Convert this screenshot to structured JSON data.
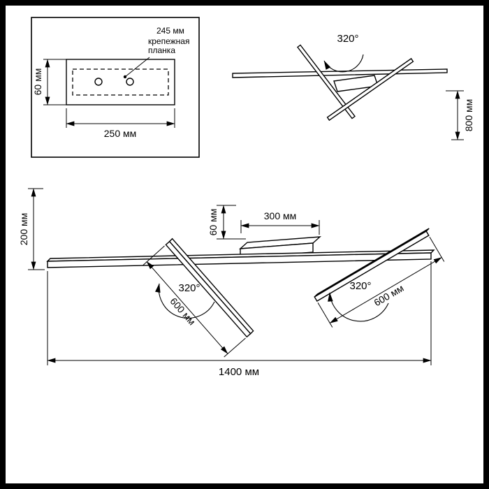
{
  "colors": {
    "ink": "#000000",
    "paper": "#ffffff"
  },
  "inset": {
    "spacing_label": "245 мм",
    "plate_line1": "крепежная",
    "plate_line2": "планка",
    "height_label": "60 мм",
    "width_label": "250 мм"
  },
  "side_view": {
    "angle_label": "320°",
    "height_label": "800 мм"
  },
  "front_view": {
    "height_label": "200 мм",
    "canopy_height_label": "60 мм",
    "canopy_width_label": "300 мм",
    "left_angle_label": "320°",
    "left_length_label": "600 мм",
    "right_angle_label": "320°",
    "right_length_label": "600 мм",
    "total_length_label": "1400 мм"
  }
}
